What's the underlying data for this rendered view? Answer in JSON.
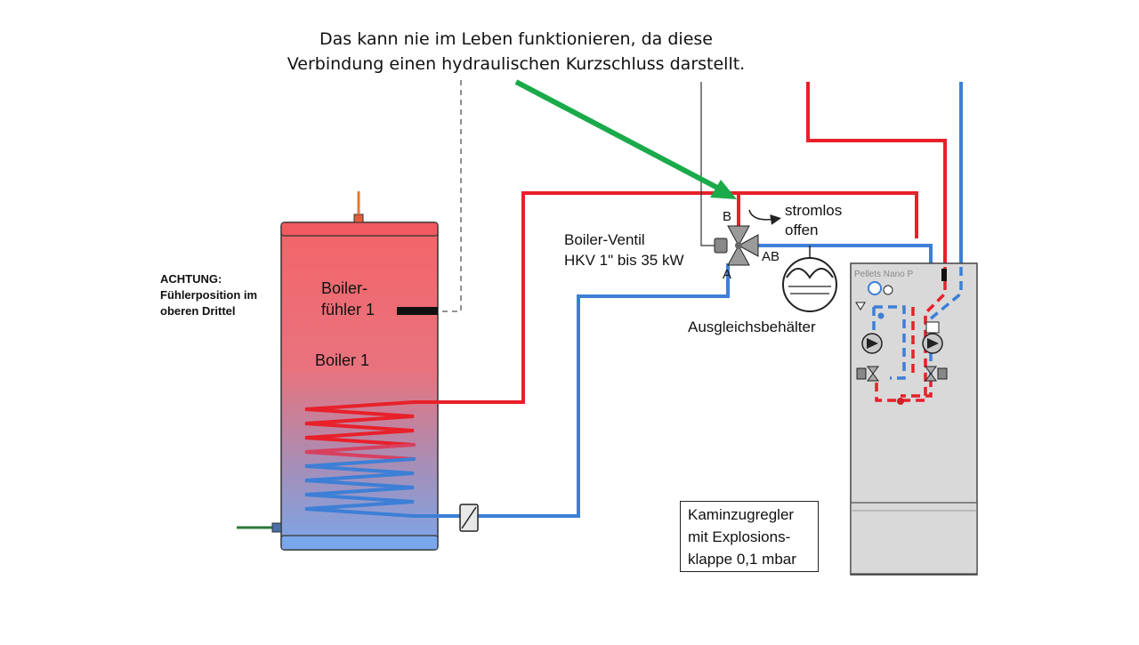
{
  "callout": {
    "line1": "Das kann nie im Leben funktionieren,  da diese",
    "line2": "Verbindung einen hydraulischen Kurzschluss darstellt."
  },
  "warning": {
    "line1": "ACHTUNG:",
    "line2": "Fühlerposition im",
    "line3": "oberen Drittel"
  },
  "boiler": {
    "sensor_line1": "Boiler-",
    "sensor_line2": "fühler 1",
    "name": "Boiler 1"
  },
  "valve": {
    "line1": "Boiler-Ventil",
    "line2": "HKV 1\" bis 35 kW",
    "port_b": "B",
    "port_a": "A",
    "port_ab": "AB",
    "state_line1": "stromlos",
    "state_line2": "offen"
  },
  "expansion_tank": {
    "label": "Ausgleichsbehälter"
  },
  "pellet_unit": {
    "label": "Pellets Nano P"
  },
  "chimney": {
    "line1": "Kaminzugregler",
    "line2": "mit Explosions-",
    "line3": "klappe 0,1 mbar"
  },
  "colors": {
    "hot_pipe": "#e8202a",
    "cold_pipe": "#3d7fd6",
    "arrow": "#1aaa4a",
    "boiler_top": "#f2666a",
    "boiler_bottom": "#7fa7e8",
    "unit_body": "#d9d9d9"
  }
}
